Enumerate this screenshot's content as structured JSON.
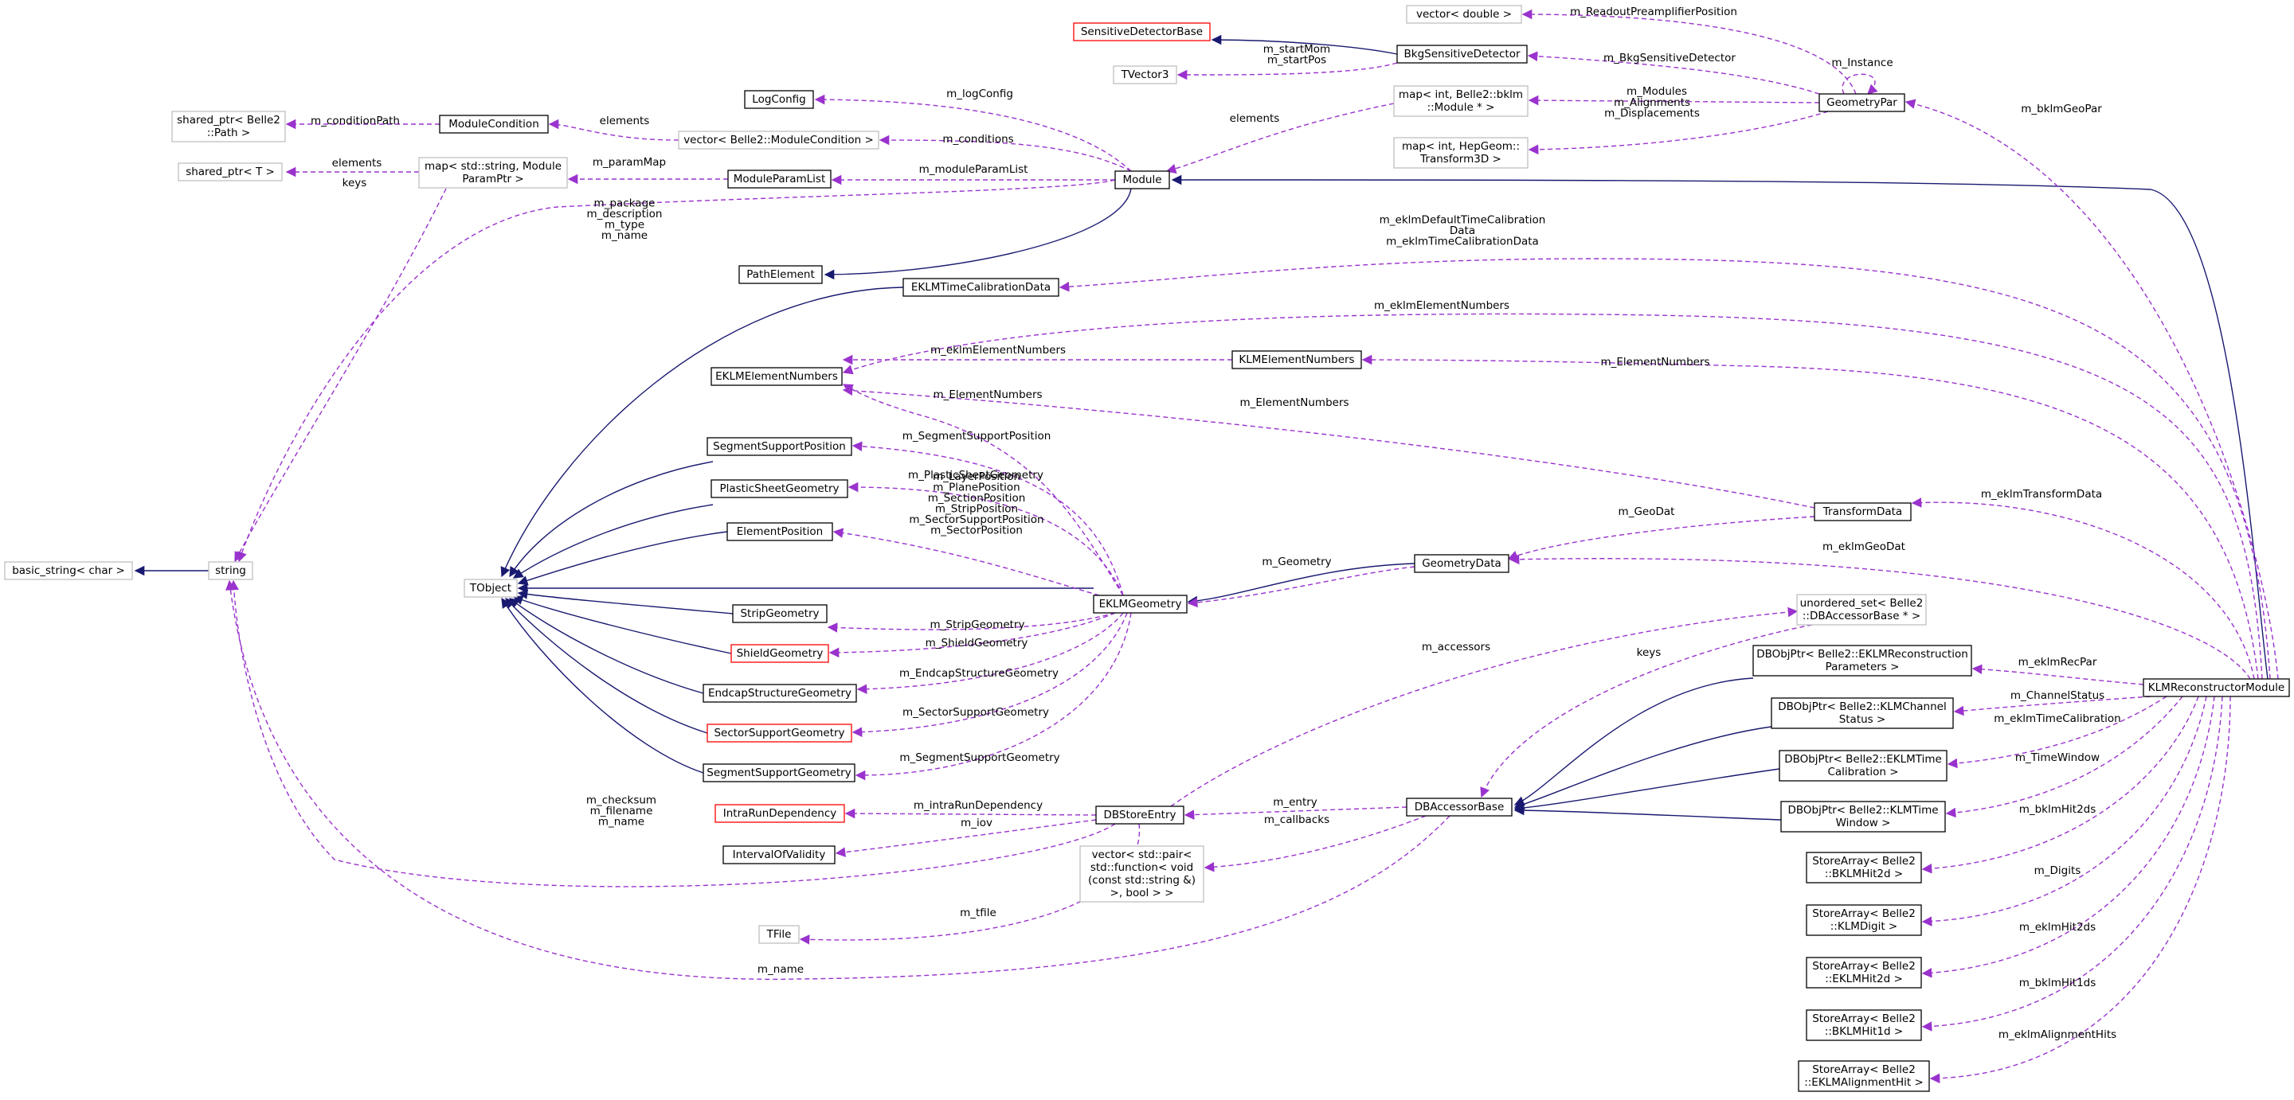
{
  "diagram": {
    "title": "KLMReconstructorModule collaboration diagram",
    "legend_colors": {
      "inheritance_edge": "#191970",
      "usage_edge": "#9a32cd",
      "documented_node_border": "#000000",
      "undocumented_node_border": "#bfbfbf",
      "truncated_node_border": "#ff0000",
      "highlight_node_fill": "#bfbfbf"
    },
    "nodes": [
      {
        "id": "basic_string",
        "lines": [
          "basic_string< char >"
        ],
        "style": "gray"
      },
      {
        "id": "string",
        "lines": [
          "string"
        ],
        "style": "gray"
      },
      {
        "id": "shared_ptr_path",
        "lines": [
          "shared_ptr< Belle2",
          "::Path >"
        ],
        "style": "gray"
      },
      {
        "id": "shared_ptr_t",
        "lines": [
          "shared_ptr< T >"
        ],
        "style": "gray"
      },
      {
        "id": "map_param",
        "lines": [
          "map< std::string, Module",
          "ParamPtr >"
        ],
        "style": "gray"
      },
      {
        "id": "module_condition",
        "lines": [
          "ModuleCondition"
        ],
        "style": "black"
      },
      {
        "id": "vector_modcond",
        "lines": [
          "vector< Belle2::ModuleCondition >"
        ],
        "style": "gray"
      },
      {
        "id": "log_config",
        "lines": [
          "LogConfig"
        ],
        "style": "black"
      },
      {
        "id": "module_param_list",
        "lines": [
          "ModuleParamList"
        ],
        "style": "black"
      },
      {
        "id": "path_element",
        "lines": [
          "PathElement"
        ],
        "style": "black"
      },
      {
        "id": "module",
        "lines": [
          "Module"
        ],
        "style": "black"
      },
      {
        "id": "sensitive_detector_base",
        "lines": [
          "SensitiveDetectorBase"
        ],
        "style": "red"
      },
      {
        "id": "tvector3",
        "lines": [
          "TVector3"
        ],
        "style": "gray"
      },
      {
        "id": "bkg_sensitive_detector",
        "lines": [
          "BkgSensitiveDetector"
        ],
        "style": "black"
      },
      {
        "id": "vector_double",
        "lines": [
          "vector< double >"
        ],
        "style": "gray"
      },
      {
        "id": "map_bklm_module",
        "lines": [
          "map< int, Belle2::bklm",
          "::Module * >"
        ],
        "style": "gray"
      },
      {
        "id": "map_transform3d",
        "lines": [
          "map< int, HepGeom::",
          "Transform3D >"
        ],
        "style": "gray"
      },
      {
        "id": "geometry_par",
        "lines": [
          "GeometryPar"
        ],
        "style": "black"
      },
      {
        "id": "eklm_time_calibration_data",
        "lines": [
          "EKLMTimeCalibrationData"
        ],
        "style": "black"
      },
      {
        "id": "eklm_element_numbers",
        "lines": [
          "EKLMElementNumbers"
        ],
        "style": "black"
      },
      {
        "id": "klm_element_numbers",
        "lines": [
          "KLMElementNumbers"
        ],
        "style": "black"
      },
      {
        "id": "segment_support_position",
        "lines": [
          "SegmentSupportPosition"
        ],
        "style": "black"
      },
      {
        "id": "plastic_sheet_geometry",
        "lines": [
          "PlasticSheetGeometry"
        ],
        "style": "black"
      },
      {
        "id": "element_position",
        "lines": [
          "ElementPosition"
        ],
        "style": "black"
      },
      {
        "id": "tobject",
        "lines": [
          "TObject"
        ],
        "style": "gray"
      },
      {
        "id": "strip_geometry",
        "lines": [
          "StripGeometry"
        ],
        "style": "black"
      },
      {
        "id": "shield_geometry",
        "lines": [
          "ShieldGeometry"
        ],
        "style": "red"
      },
      {
        "id": "endcap_structure_geometry",
        "lines": [
          "EndcapStructureGeometry"
        ],
        "style": "black"
      },
      {
        "id": "sector_support_geometry",
        "lines": [
          "SectorSupportGeometry"
        ],
        "style": "red"
      },
      {
        "id": "segment_support_geometry",
        "lines": [
          "SegmentSupportGeometry"
        ],
        "style": "black"
      },
      {
        "id": "intra_run_dependency",
        "lines": [
          "IntraRunDependency"
        ],
        "style": "red"
      },
      {
        "id": "interval_of_validity",
        "lines": [
          "IntervalOfValidity"
        ],
        "style": "black"
      },
      {
        "id": "tfile",
        "lines": [
          "TFile"
        ],
        "style": "gray"
      },
      {
        "id": "eklm_geometry",
        "lines": [
          "EKLMGeometry"
        ],
        "style": "black"
      },
      {
        "id": "geometry_data",
        "lines": [
          "GeometryData"
        ],
        "style": "black"
      },
      {
        "id": "transform_data",
        "lines": [
          "TransformData"
        ],
        "style": "black"
      },
      {
        "id": "db_store_entry",
        "lines": [
          "DBStoreEntry"
        ],
        "style": "black"
      },
      {
        "id": "vector_pair_function",
        "lines": [
          "vector< std::pair<",
          "std::function< void",
          "(const std::string &)",
          ">, bool > >"
        ],
        "style": "gray"
      },
      {
        "id": "unordered_set_dbaccessor",
        "lines": [
          "unordered_set< Belle2",
          "::DBAccessorBase * >"
        ],
        "style": "gray"
      },
      {
        "id": "db_accessor_base",
        "lines": [
          "DBAccessorBase"
        ],
        "style": "black"
      },
      {
        "id": "dbobjptr_eklm_rec",
        "lines": [
          "DBObjPtr< Belle2::EKLMReconstruction",
          "Parameters >"
        ],
        "style": "black"
      },
      {
        "id": "dbobjptr_klm_channel",
        "lines": [
          "DBObjPtr< Belle2::KLMChannel",
          "Status >"
        ],
        "style": "black"
      },
      {
        "id": "dbobjptr_eklm_time",
        "lines": [
          "DBObjPtr< Belle2::EKLMTime",
          "Calibration >"
        ],
        "style": "black"
      },
      {
        "id": "dbobjptr_klm_time_window",
        "lines": [
          "DBObjPtr< Belle2::KLMTime",
          "Window >"
        ],
        "style": "black"
      },
      {
        "id": "storearray_bklm_hit2d",
        "lines": [
          "StoreArray< Belle2",
          "::BKLMHit2d >"
        ],
        "style": "black"
      },
      {
        "id": "storearray_klm_digit",
        "lines": [
          "StoreArray< Belle2",
          "::KLMDigit >"
        ],
        "style": "black"
      },
      {
        "id": "storearray_eklm_hit2d",
        "lines": [
          "StoreArray< Belle2",
          "::EKLMHit2d >"
        ],
        "style": "black"
      },
      {
        "id": "storearray_bklm_hit1d",
        "lines": [
          "StoreArray< Belle2",
          "::BKLMHit1d >"
        ],
        "style": "black"
      },
      {
        "id": "storearray_eklm_alignment_hit",
        "lines": [
          "StoreArray< Belle2",
          "::EKLMAlignmentHit >"
        ],
        "style": "black"
      },
      {
        "id": "klm_reconstructor_module",
        "lines": [
          "KLMReconstructorModule"
        ],
        "style": "highlight"
      }
    ],
    "edge_labels": [
      {
        "id": "e_condition_path",
        "lines": [
          "m_conditionPath"
        ]
      },
      {
        "id": "e_elements_modcond",
        "lines": [
          "elements"
        ]
      },
      {
        "id": "e_elements_map_param",
        "lines": [
          "elements"
        ]
      },
      {
        "id": "e_param_map",
        "lines": [
          "m_paramMap"
        ]
      },
      {
        "id": "e_keys_string",
        "lines": [
          "keys"
        ]
      },
      {
        "id": "e_module_strings",
        "lines": [
          "m_package",
          "m_description",
          "m_type",
          "m_name"
        ]
      },
      {
        "id": "e_log_config",
        "lines": [
          "m_logConfig"
        ]
      },
      {
        "id": "e_conditions",
        "lines": [
          "m_conditions"
        ]
      },
      {
        "id": "e_module_param_list",
        "lines": [
          "m_moduleParamList"
        ]
      },
      {
        "id": "e_start_mom_pos",
        "lines": [
          "m_startMom",
          "m_startPos"
        ]
      },
      {
        "id": "e_readout_preamp",
        "lines": [
          "m_ReadoutPreamplifierPosition"
        ]
      },
      {
        "id": "e_bkg_sensitive",
        "lines": [
          "m_BkgSensitiveDetector"
        ]
      },
      {
        "id": "e_instance",
        "lines": [
          "m_Instance"
        ]
      },
      {
        "id": "e_elements_bklm",
        "lines": [
          "elements"
        ]
      },
      {
        "id": "e_modules",
        "lines": [
          "m_Modules"
        ]
      },
      {
        "id": "e_alignments",
        "lines": [
          "m_Alignments",
          "m_Displacements"
        ]
      },
      {
        "id": "e_bklm_geo_par",
        "lines": [
          "m_bklmGeoPar"
        ]
      },
      {
        "id": "e_eklm_time_calib",
        "lines": [
          "m_eklmDefaultTimeCalibration",
          "Data",
          "m_eklmTimeCalibrationData"
        ]
      },
      {
        "id": "e_eklm_element_numbers_top",
        "lines": [
          "m_eklmElementNumbers"
        ]
      },
      {
        "id": "e_eklm_element_numbers_klm",
        "lines": [
          "m_eklmElementNumbers"
        ]
      },
      {
        "id": "e_element_numbers_klm",
        "lines": [
          "m_ElementNumbers"
        ]
      },
      {
        "id": "e_element_numbers_geom",
        "lines": [
          "m_ElementNumbers"
        ]
      },
      {
        "id": "e_element_numbers_transform",
        "lines": [
          "m_ElementNumbers"
        ]
      },
      {
        "id": "e_segment_support_position",
        "lines": [
          "m_SegmentSupportPosition"
        ]
      },
      {
        "id": "e_plastic_sheet",
        "lines": [
          "m_PlasticSheetGeometry"
        ]
      },
      {
        "id": "e_positions",
        "lines": [
          "m_LayerPosition",
          "m_PlanePosition",
          "m_SectionPosition",
          "m_StripPosition",
          "m_SectorSupportPosition",
          "m_SectorPosition"
        ]
      },
      {
        "id": "e_strip_geometry",
        "lines": [
          "m_StripGeometry"
        ]
      },
      {
        "id": "e_shield_geometry",
        "lines": [
          "m_ShieldGeometry"
        ]
      },
      {
        "id": "e_endcap_structure",
        "lines": [
          "m_EndcapStructureGeometry"
        ]
      },
      {
        "id": "e_sector_support",
        "lines": [
          "m_SectorSupportGeometry"
        ]
      },
      {
        "id": "e_segment_support_geom",
        "lines": [
          "m_SegmentSupportGeometry"
        ]
      },
      {
        "id": "e_geometry",
        "lines": [
          "m_Geometry"
        ]
      },
      {
        "id": "e_geo_dat",
        "lines": [
          "m_GeoDat"
        ]
      },
      {
        "id": "e_eklm_transform",
        "lines": [
          "m_eklmTransformData"
        ]
      },
      {
        "id": "e_eklm_geo_dat",
        "lines": [
          "m_eklmGeoDat"
        ]
      },
      {
        "id": "e_accessors",
        "lines": [
          "m_accessors"
        ]
      },
      {
        "id": "e_keys_unordered",
        "lines": [
          "keys"
        ]
      },
      {
        "id": "e_intra_run",
        "lines": [
          "m_intraRunDependency"
        ]
      },
      {
        "id": "e_iov",
        "lines": [
          "m_iov"
        ]
      },
      {
        "id": "e_entry",
        "lines": [
          "m_entry"
        ]
      },
      {
        "id": "e_callbacks",
        "lines": [
          "m_callbacks"
        ]
      },
      {
        "id": "e_tfile",
        "lines": [
          "m_tfile"
        ]
      },
      {
        "id": "e_checksum",
        "lines": [
          "m_checksum",
          "m_filename",
          "m_name"
        ]
      },
      {
        "id": "e_name_dbaccessor",
        "lines": [
          "m_name"
        ]
      },
      {
        "id": "e_eklm_rec_par",
        "lines": [
          "m_eklmRecPar"
        ]
      },
      {
        "id": "e_channel_status",
        "lines": [
          "m_ChannelStatus"
        ]
      },
      {
        "id": "e_eklm_time_calibration",
        "lines": [
          "m_eklmTimeCalibration"
        ]
      },
      {
        "id": "e_time_window",
        "lines": [
          "m_TimeWindow"
        ]
      },
      {
        "id": "e_bklm_hit2ds",
        "lines": [
          "m_bklmHit2ds"
        ]
      },
      {
        "id": "e_digits",
        "lines": [
          "m_Digits"
        ]
      },
      {
        "id": "e_eklm_hit2ds",
        "lines": [
          "m_eklmHit2ds"
        ]
      },
      {
        "id": "e_bklm_hit1ds",
        "lines": [
          "m_bklmHit1ds"
        ]
      },
      {
        "id": "e_eklm_alignment_hits",
        "lines": [
          "m_eklmAlignmentHits"
        ]
      }
    ]
  }
}
